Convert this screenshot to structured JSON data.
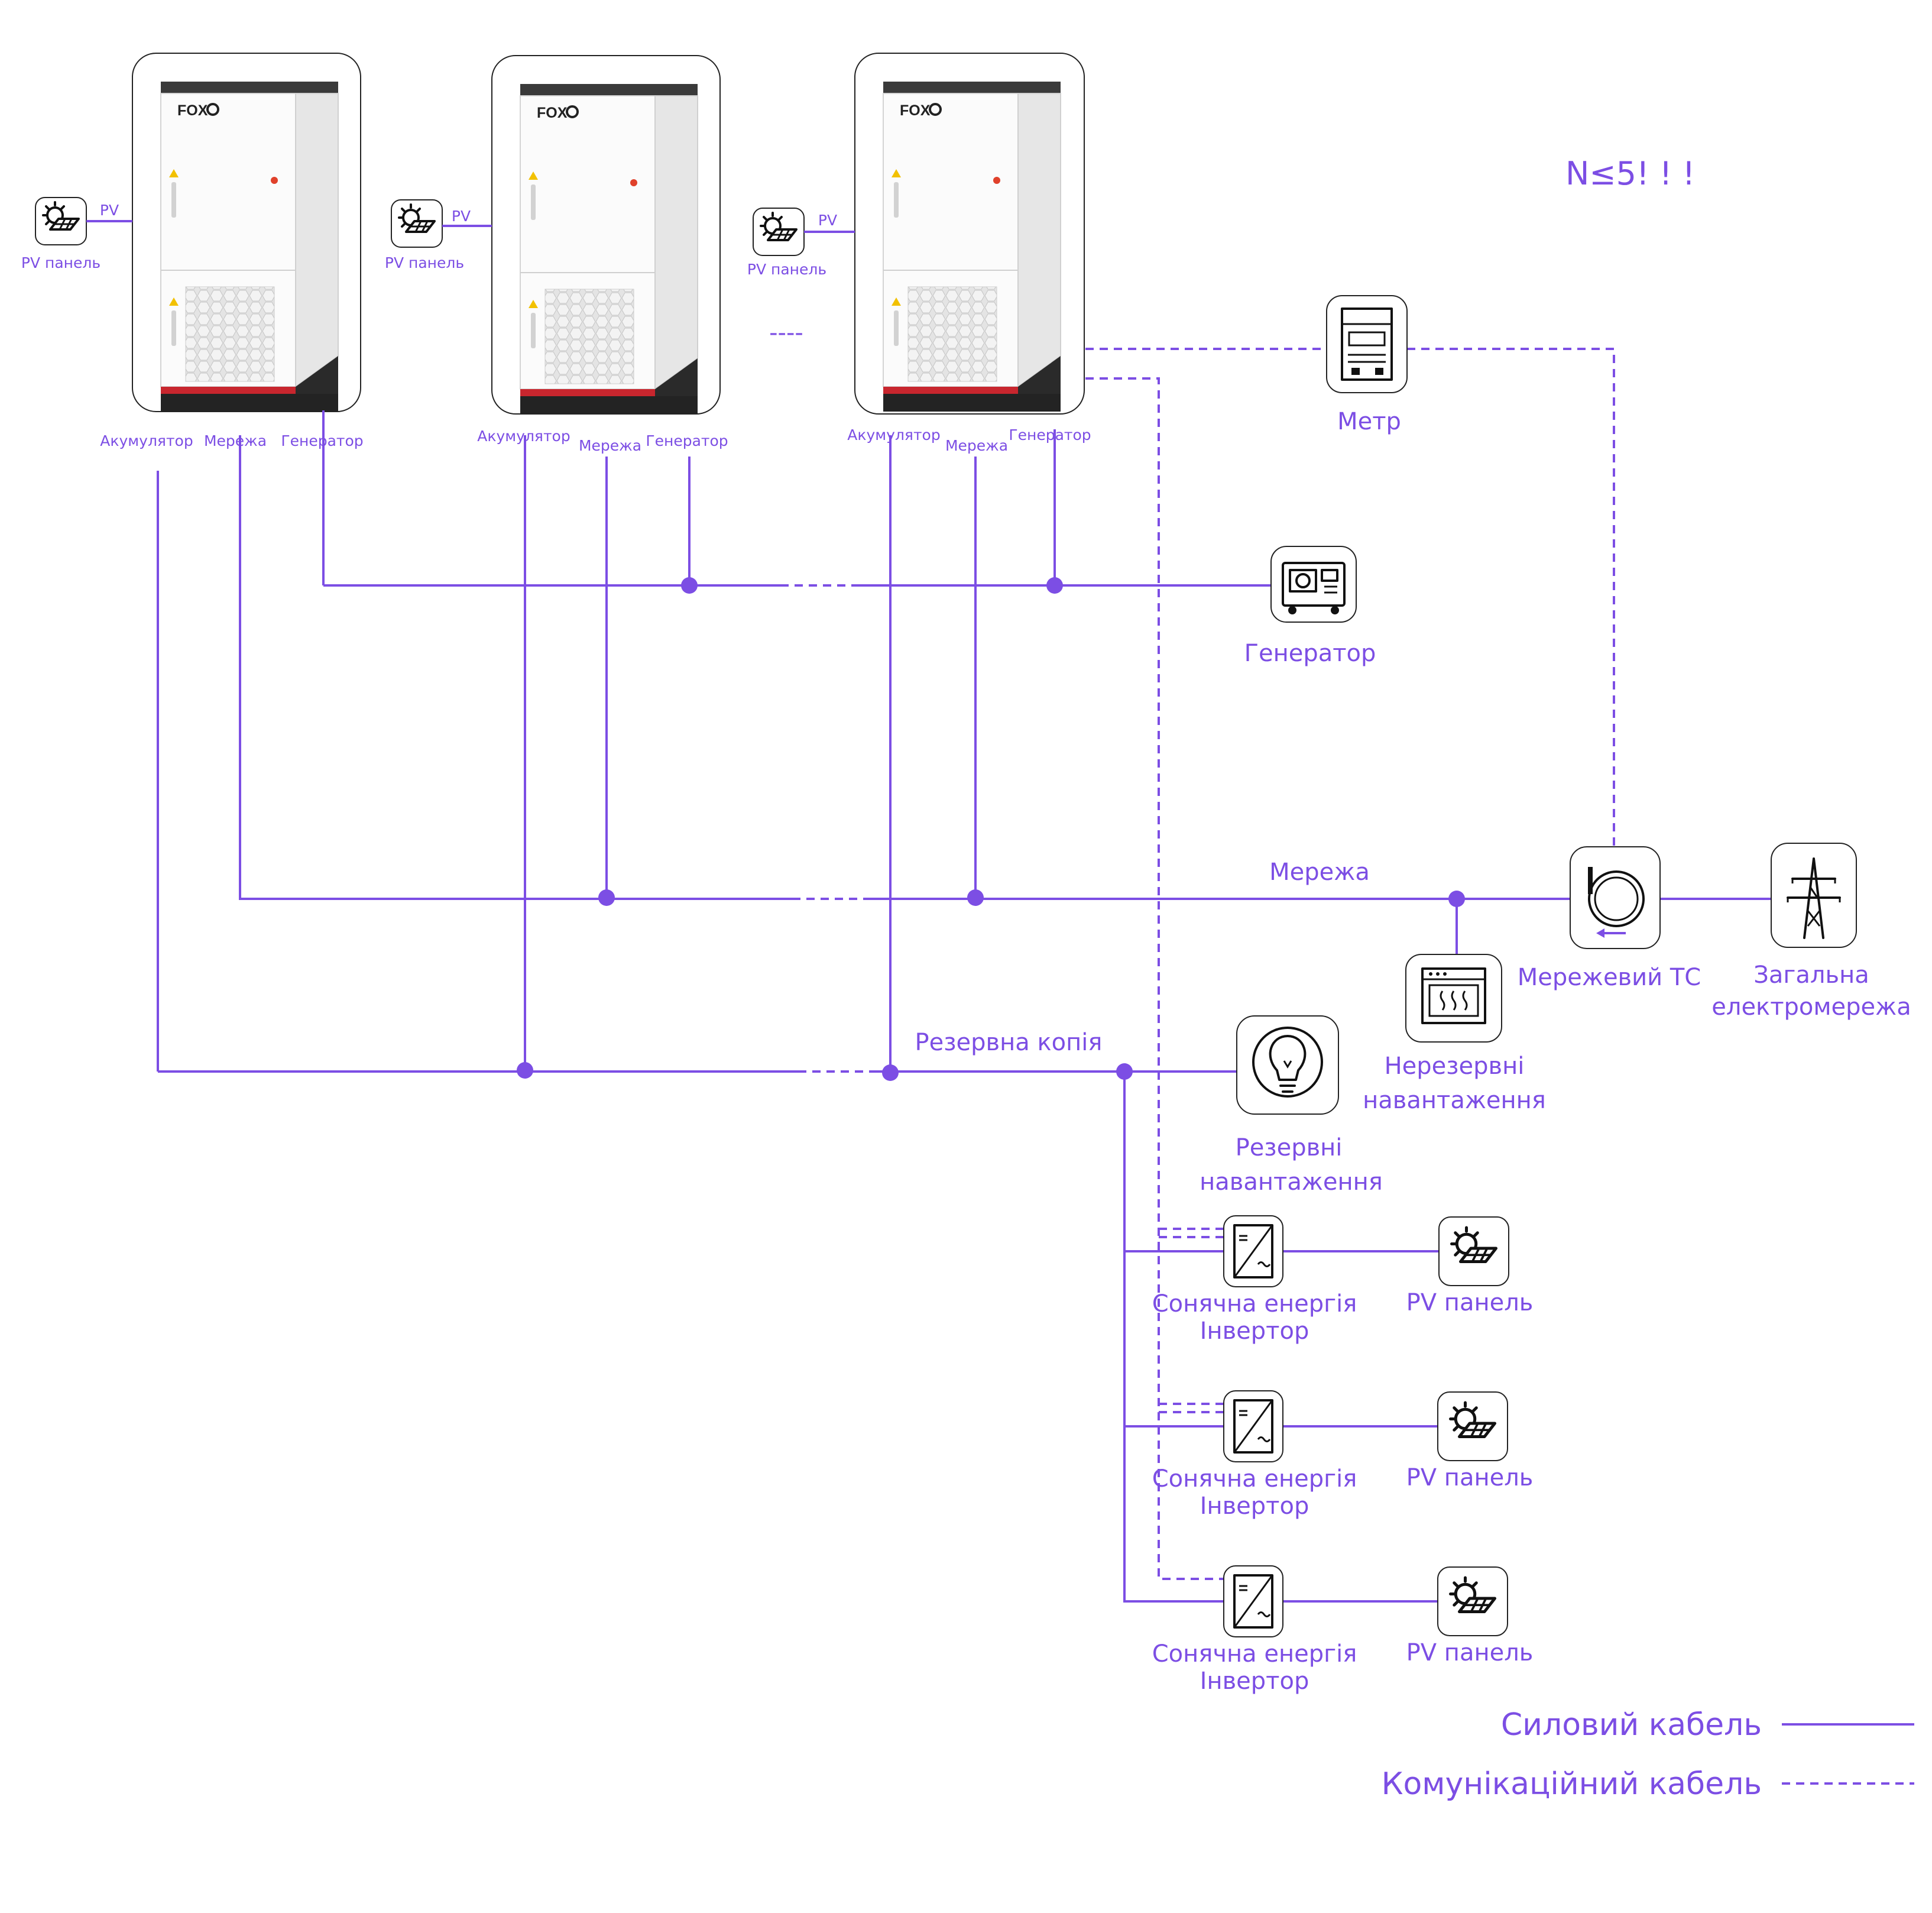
{
  "title": "N≤5!  !  !",
  "inverters": [
    {
      "brand": "FOX",
      "pv_tag": "PV",
      "pv_label": "PV панель",
      "port_battery": "Акумулятор",
      "port_grid": "Мережа",
      "port_generator": "Генератор"
    },
    {
      "brand": "FOX",
      "pv_tag": "PV",
      "pv_label": "PV панель",
      "port_battery": "Акумулятор",
      "port_grid": "Мережа",
      "port_generator": "Генератор"
    },
    {
      "brand": "FOX",
      "pv_tag": "PV",
      "pv_label": "PV панель",
      "port_battery": "Акумулятор",
      "port_grid": "Мережа",
      "port_generator": "Генератор"
    }
  ],
  "ellipsis": "----",
  "meter": {
    "label": "Метр",
    "icon": "meter-icon"
  },
  "generator": {
    "label": "Генератор",
    "icon": "generator-icon"
  },
  "grid_bus": {
    "label": "Мережа"
  },
  "grid_ct": {
    "label": "Мережевий ТС",
    "icon": "ct-clamp-icon"
  },
  "utility": {
    "label_line1": "Загальна",
    "label_line2": "електромережа",
    "icon": "power-tower-icon"
  },
  "non_backup": {
    "label_line1": "Нерезервні",
    "label_line2": "навантаження",
    "icon": "oven-icon"
  },
  "backup_bus": {
    "label": "Резервна копія"
  },
  "backup_loads": {
    "label_line1": "Резервні",
    "label_line2": "навантаження",
    "icon": "lightbulb-icon"
  },
  "solar_inverters": [
    {
      "label_line1": "Сонячна енергія",
      "label_line2": "Інвертор",
      "pv_label": "PV панель"
    },
    {
      "label_line1": "Сонячна енергія",
      "label_line2": "Інвертор",
      "pv_label": "PV панель"
    },
    {
      "label_line1": "Сонячна енергія",
      "label_line2": "Інвертор",
      "pv_label": "PV панель"
    }
  ],
  "legend": {
    "power_cable": "Силовий кабель",
    "comm_cable": "Комунікаційний кабель"
  },
  "colors": {
    "accent": "#7c4ee4",
    "icon_ink": "#111111"
  }
}
